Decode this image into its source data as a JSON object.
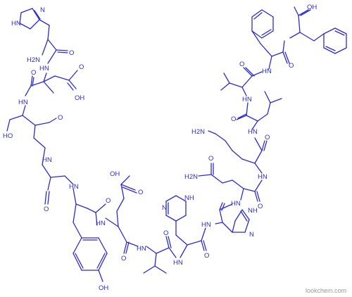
{
  "molecule": {
    "labels": {
      "HN_imidazole_1": "HN",
      "N_imidazole_1": "N",
      "H2N_terminus": "H2N",
      "O_1": "O",
      "HN_1": "HN",
      "OH_asp": "OH",
      "O_asp": "O",
      "O_2": "O",
      "HN_2": "HN",
      "HO_ser": "HO",
      "O_3": "O",
      "HN_3": "HN",
      "O_4": "O",
      "HN_4": "HN",
      "O_5": "O",
      "OH_glu": "OH",
      "HN_5": "HN",
      "O_6": "O",
      "OH_tyr": "OH",
      "HN_6": "HN",
      "O_7": "O",
      "N_im_2": "N",
      "NH_im_2": "NH",
      "HN_7": "HN",
      "O_8": "O",
      "HN_8": "HN",
      "N_im_3": "N",
      "NH_im_3": "NH",
      "O_9": "O",
      "HN_9": "HN",
      "H2N_gln": "H2N",
      "O_gln": "O",
      "O_10": "O",
      "HN_10": "HN",
      "H2N_lys": "H2N",
      "O_11": "O",
      "HN_11": "HN",
      "O_12": "O",
      "HN_12": "HN",
      "O_13": "O",
      "HN_13": "HN",
      "OH_cterm": "OH",
      "O_cterm": "O"
    },
    "watermark": "lookchem.com"
  }
}
